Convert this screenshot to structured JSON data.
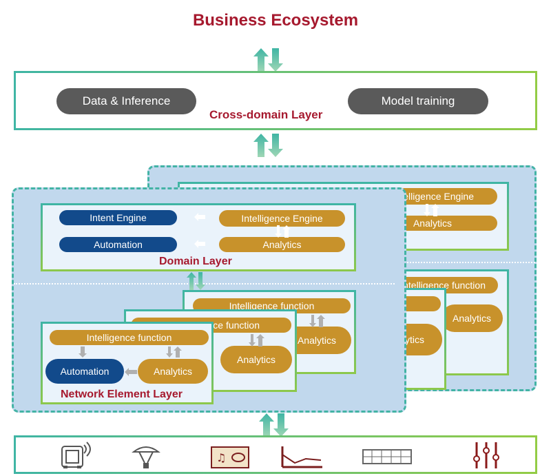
{
  "title": "Business Ecosystem",
  "cross_domain": {
    "label": "Cross-domain Layer",
    "left_pill": "Data & Inference",
    "right_pill": "Model training"
  },
  "domain": {
    "label": "Domain Layer",
    "intent_engine": "Intent Engine",
    "automation": "Automation",
    "intelligence_engine": "Intelligence Engine",
    "analytics": "Analytics",
    "back_intelligence_engine": "Intelligence Engine",
    "back_analytics": "Analytics"
  },
  "network_element": {
    "label": "Network Element Layer",
    "intelligence_function": "Intelligence function",
    "automation": "Automation",
    "analytics": "Analytics",
    "card2_function": "Intelligence function",
    "card2_analytics": "Analytics",
    "card3_function": "Intelligence function",
    "card3_analytics": "Analytics",
    "back_function": "Intelligence function",
    "back_analytics": "Analytics",
    "back_analytics2": "Analytics"
  },
  "devices": [
    "router-icon",
    "satellite-dish-icon",
    "media-panel-icon",
    "signal-chart-icon",
    "server-rack-icon",
    "sliders-icon"
  ],
  "colors": {
    "title": "#a6192e",
    "teal": "#3fb5a4",
    "green": "#93cc45",
    "navy": "#124a8b",
    "gold": "#c8922b",
    "panel": "#c1d8ed"
  }
}
